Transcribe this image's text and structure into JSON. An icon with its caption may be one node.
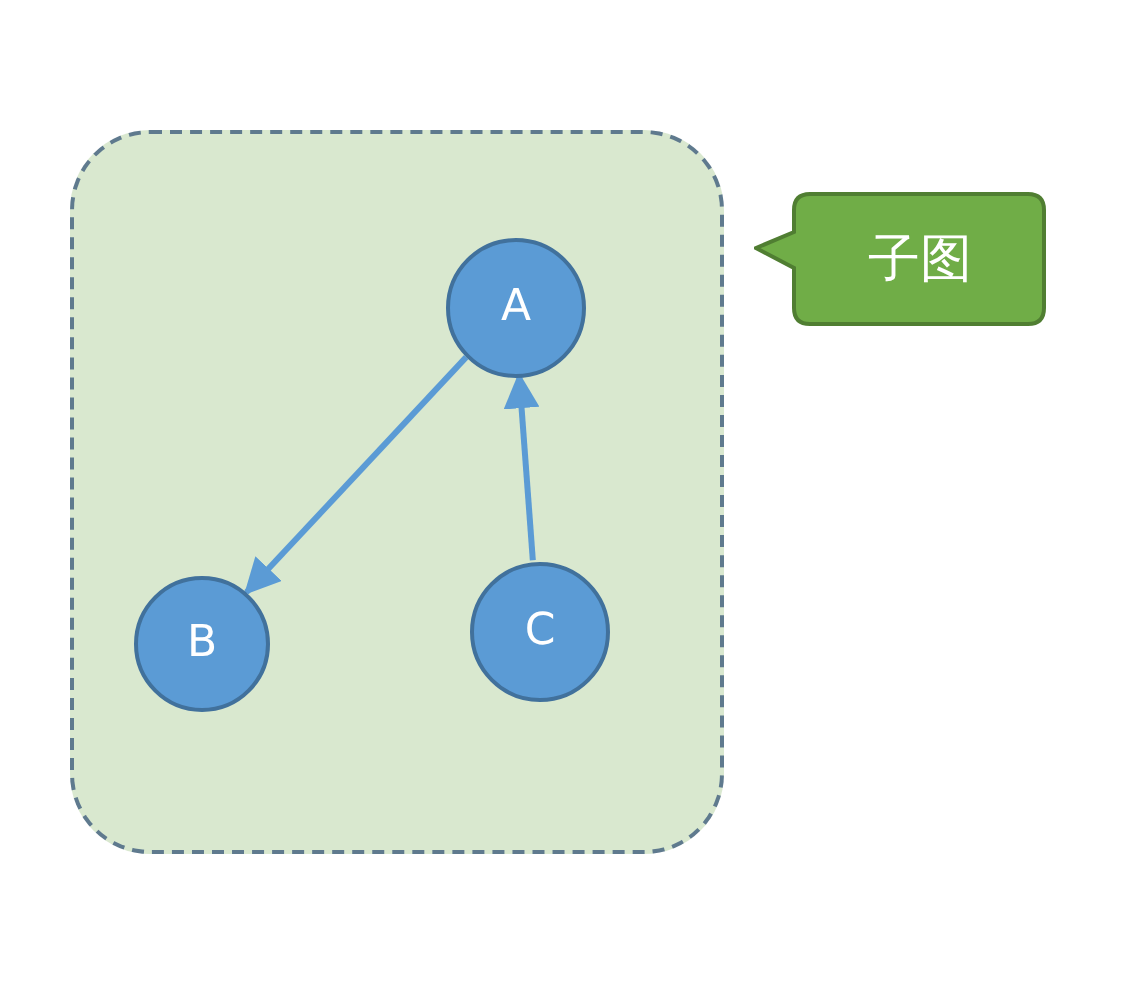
{
  "diagram": {
    "nodes": [
      {
        "text": [],
        "shape": "box"
      },
      {
        "text": [
          "A"
        ],
        "in": 0
      },
      {
        "text": [
          "B"
        ],
        "in": 0
      },
      {
        "text": [
          "C"
        ],
        "in": 0
      },
      {
        "text": [
          "子图"
        ]
      }
    ],
    "edges": [
      {
        "from": 1,
        "to": 2,
        "arrow": "to"
      },
      {
        "from": 3,
        "to": 1,
        "arrow": "to"
      }
    ]
  }
}
